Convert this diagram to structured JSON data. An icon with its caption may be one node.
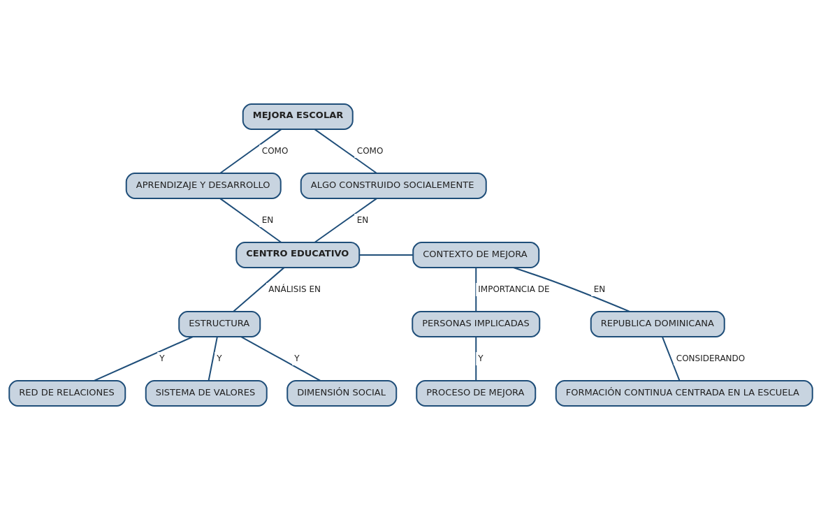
{
  "diagram": {
    "nodes": [
      {
        "text": [
          "MEJORA ESCOLAR"
        ]
      },
      {
        "text": [
          "APRENDIZAJE Y DESARROLLO"
        ]
      },
      {
        "text": [
          "ALGO CONSTRUIDO SOCIALEMENTE"
        ]
      },
      {
        "text": [
          "CENTRO EDUCATIVO"
        ]
      },
      {
        "text": [
          "CONTEXTO DE MEJORA"
        ]
      },
      {
        "text": [
          "ESTRUCTURA"
        ]
      },
      {
        "text": [
          "PERSONAS IMPLICADAS"
        ]
      },
      {
        "text": [
          "RED DE RELACIONES"
        ]
      },
      {
        "text": [
          "SISTEMA DE VALORES"
        ]
      },
      {
        "text": [
          "DIMENSIÓN SOCIAL"
        ]
      },
      {
        "text": [
          "PROCESO DE MEJORA"
        ]
      },
      {
        "text": [
          "REPUBLICA DOMINICANA"
        ]
      },
      {
        "text": [
          "FORMACIÓN CONTINUA CENTRADA EN LA ESCUELA"
        ]
      }
    ],
    "edges": [
      {
        "from": 0,
        "to": 1,
        "arrow": "none",
        "label": "COMO"
      },
      {
        "from": 0,
        "to": 2,
        "arrow": "none",
        "label": "COMO"
      },
      {
        "from": 1,
        "to": 3,
        "arrow": "none",
        "label": "EN"
      },
      {
        "from": 2,
        "to": 3,
        "arrow": "none",
        "label": "EN"
      },
      {
        "from": 3,
        "to": 4,
        "arrow": "none"
      },
      {
        "from": 3,
        "to": 5,
        "arrow": "none",
        "label": "ANÁLISIS EN"
      },
      {
        "from": 5,
        "to": 7,
        "arrow": "none",
        "label": "Y"
      },
      {
        "from": 5,
        "to": 8,
        "arrow": "none",
        "label": "Y"
      },
      {
        "from": 5,
        "to": 9,
        "arrow": "none",
        "label": "Y"
      },
      {
        "from": 4,
        "to": 6,
        "arrow": "none",
        "label": "IMPORTANCIA DE"
      },
      {
        "from": 6,
        "to": 10,
        "arrow": "none",
        "label": "Y"
      },
      {
        "from": 4,
        "to": 11,
        "arrow": "none",
        "label": "EN"
      },
      {
        "from": 11,
        "to": 12,
        "arrow": "none",
        "label": "CONSIDERANDO"
      }
    ]
  }
}
